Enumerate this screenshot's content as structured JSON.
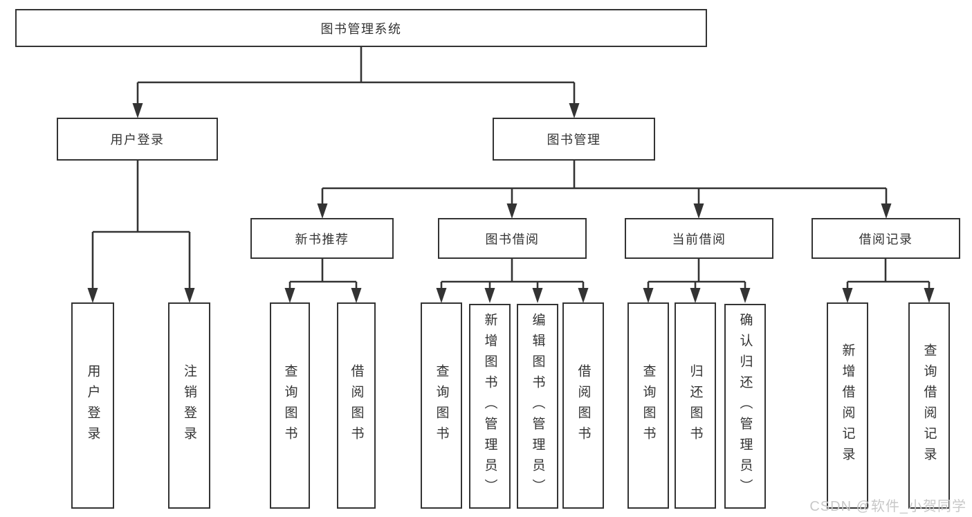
{
  "colors": {
    "line": "#333333",
    "box_border": "#333333",
    "box_fill": "#ffffff",
    "text": "#333333",
    "background": "#ffffff",
    "watermark": "#c8c8c8"
  },
  "watermark": {
    "text": "CSDN @软件_小贺同学"
  },
  "tree": {
    "root": {
      "label": "图书管理系统",
      "children": [
        {
          "label": "用户登录",
          "children": [
            {
              "label": "用户登录"
            },
            {
              "label": "注销登录"
            }
          ]
        },
        {
          "label": "图书管理",
          "children": [
            {
              "label": "新书推荐",
              "children": [
                {
                  "label": "查询图书"
                },
                {
                  "label": "借阅图书"
                }
              ]
            },
            {
              "label": "图书借阅",
              "children": [
                {
                  "label": "查询图书"
                },
                {
                  "label": "新增图书（管理员）"
                },
                {
                  "label": "编辑图书（管理员）"
                },
                {
                  "label": "借阅图书"
                }
              ]
            },
            {
              "label": "当前借阅",
              "children": [
                {
                  "label": "查询图书"
                },
                {
                  "label": "归还图书"
                },
                {
                  "label": "确认归还（管理员）"
                }
              ]
            },
            {
              "label": "借阅记录",
              "children": [
                {
                  "label": "新增借阅记录"
                },
                {
                  "label": "查询借阅记录"
                }
              ]
            }
          ]
        }
      ]
    }
  }
}
